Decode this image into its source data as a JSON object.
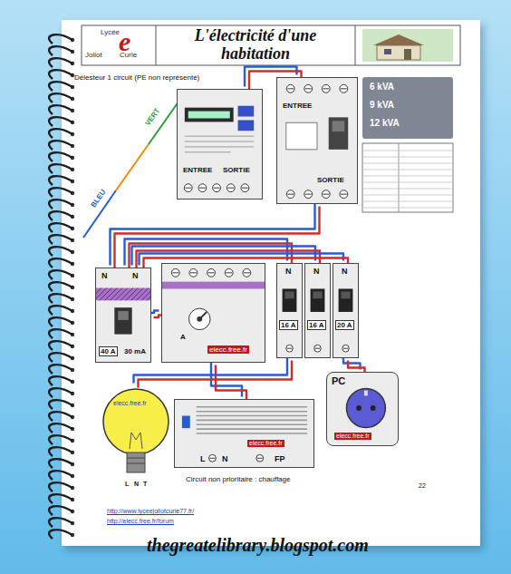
{
  "diagram": {
    "title": "L'électricité d'une habitation",
    "nodes": [
      {
        "text": [
          "ENTREE",
          "SORTIE"
        ]
      },
      {
        "text": [
          "ENTREE",
          "SORTIE"
        ]
      },
      {
        "text": [
          "N",
          "N",
          "40 A",
          "30 mA"
        ]
      },
      {
        "text": [
          "A",
          "elecc.free.fr"
        ]
      },
      {
        "text": [
          "N",
          "16 A"
        ]
      },
      {
        "text": [
          "N",
          "16 A"
        ]
      },
      {
        "text": [
          "N",
          "20 A"
        ]
      },
      {
        "text": [
          "elecc.free.fr"
        ]
      },
      {
        "text": [
          "elecc.free.fr",
          "L",
          "N",
          "FP"
        ]
      },
      {
        "text": [
          "PC",
          "elecc.free.fr"
        ]
      }
    ],
    "edges": [
      {
        "from": 0,
        "to": 1,
        "arrow": "none"
      },
      {
        "from": 1,
        "to": 2,
        "arrow": "none"
      },
      {
        "from": 2,
        "to": 3,
        "arrow": "none"
      },
      {
        "from": 2,
        "to": 4,
        "arrow": "none"
      },
      {
        "from": 2,
        "to": 5,
        "arrow": "none"
      },
      {
        "from": 2,
        "to": 6,
        "arrow": "none"
      },
      {
        "from": 3,
        "to": 8,
        "arrow": "none"
      },
      {
        "from": 4,
        "to": 7,
        "arrow": "none"
      },
      {
        "from": 6,
        "to": 9,
        "arrow": "none"
      }
    ],
    "labels": [
      "Lycée",
      "Joliot",
      "Curie",
      "Délesteur 1 circuit (PE non représenté)",
      "BLEU",
      "VERT",
      "6 kVA",
      "9 kVA",
      "12 kVA",
      "L",
      "N",
      "T",
      "Circuit non prioritaire : chauffage",
      "22",
      "http://www.lyceejoliotcurie77.fr/",
      "http://elecc.free.fr/forum",
      "thegreatelibrary.blogspot.com",
      "e"
    ]
  }
}
